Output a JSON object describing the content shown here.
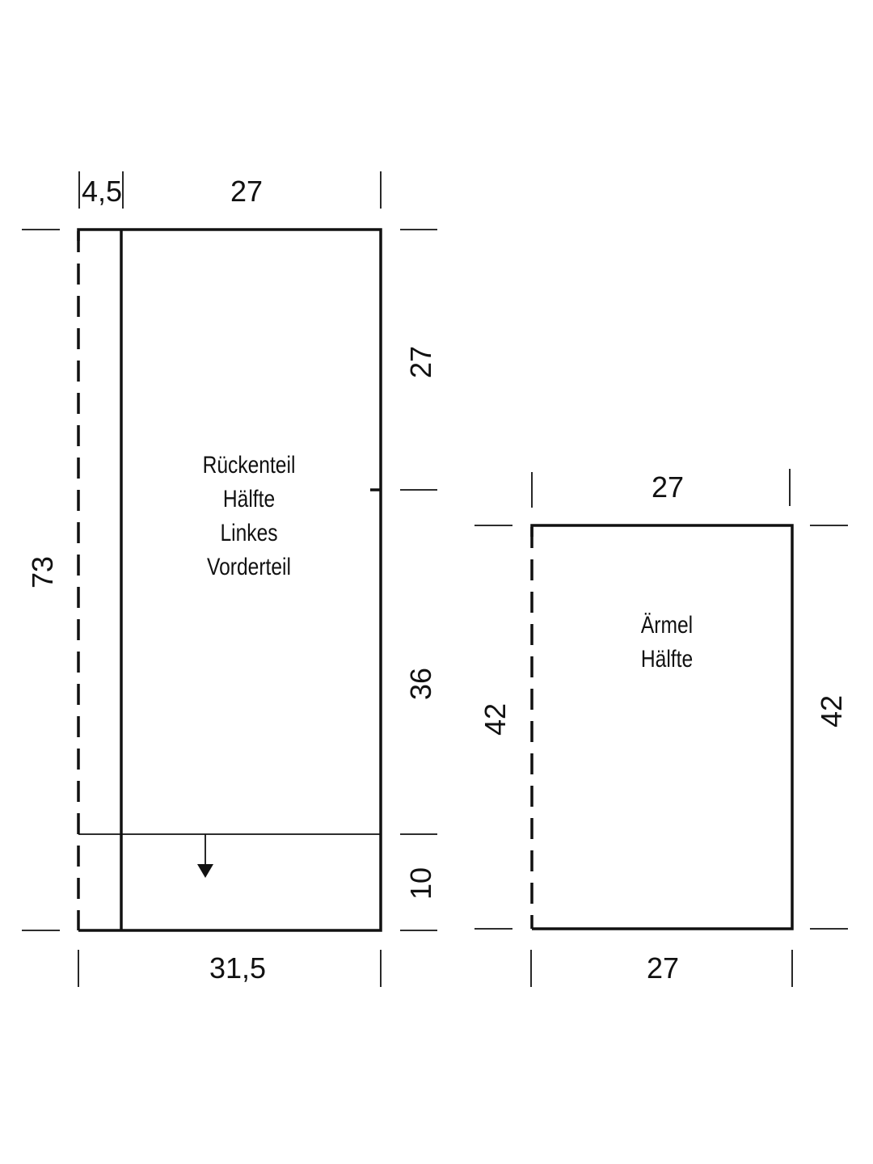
{
  "body_piece": {
    "label_lines": [
      "Rückenteil",
      "Hälfte",
      "Linkes",
      "Vorderteil"
    ],
    "dims": {
      "top_band": "4,5",
      "top_main": "27",
      "height_total": "73",
      "right_upper": "27",
      "right_middle": "36",
      "right_lower": "10",
      "bottom_width": "31,5"
    }
  },
  "sleeve_piece": {
    "label_lines": [
      "Ärmel",
      "Hälfte"
    ],
    "dims": {
      "top_width": "27",
      "left_height": "42",
      "right_height": "42",
      "bottom_width": "27"
    }
  }
}
